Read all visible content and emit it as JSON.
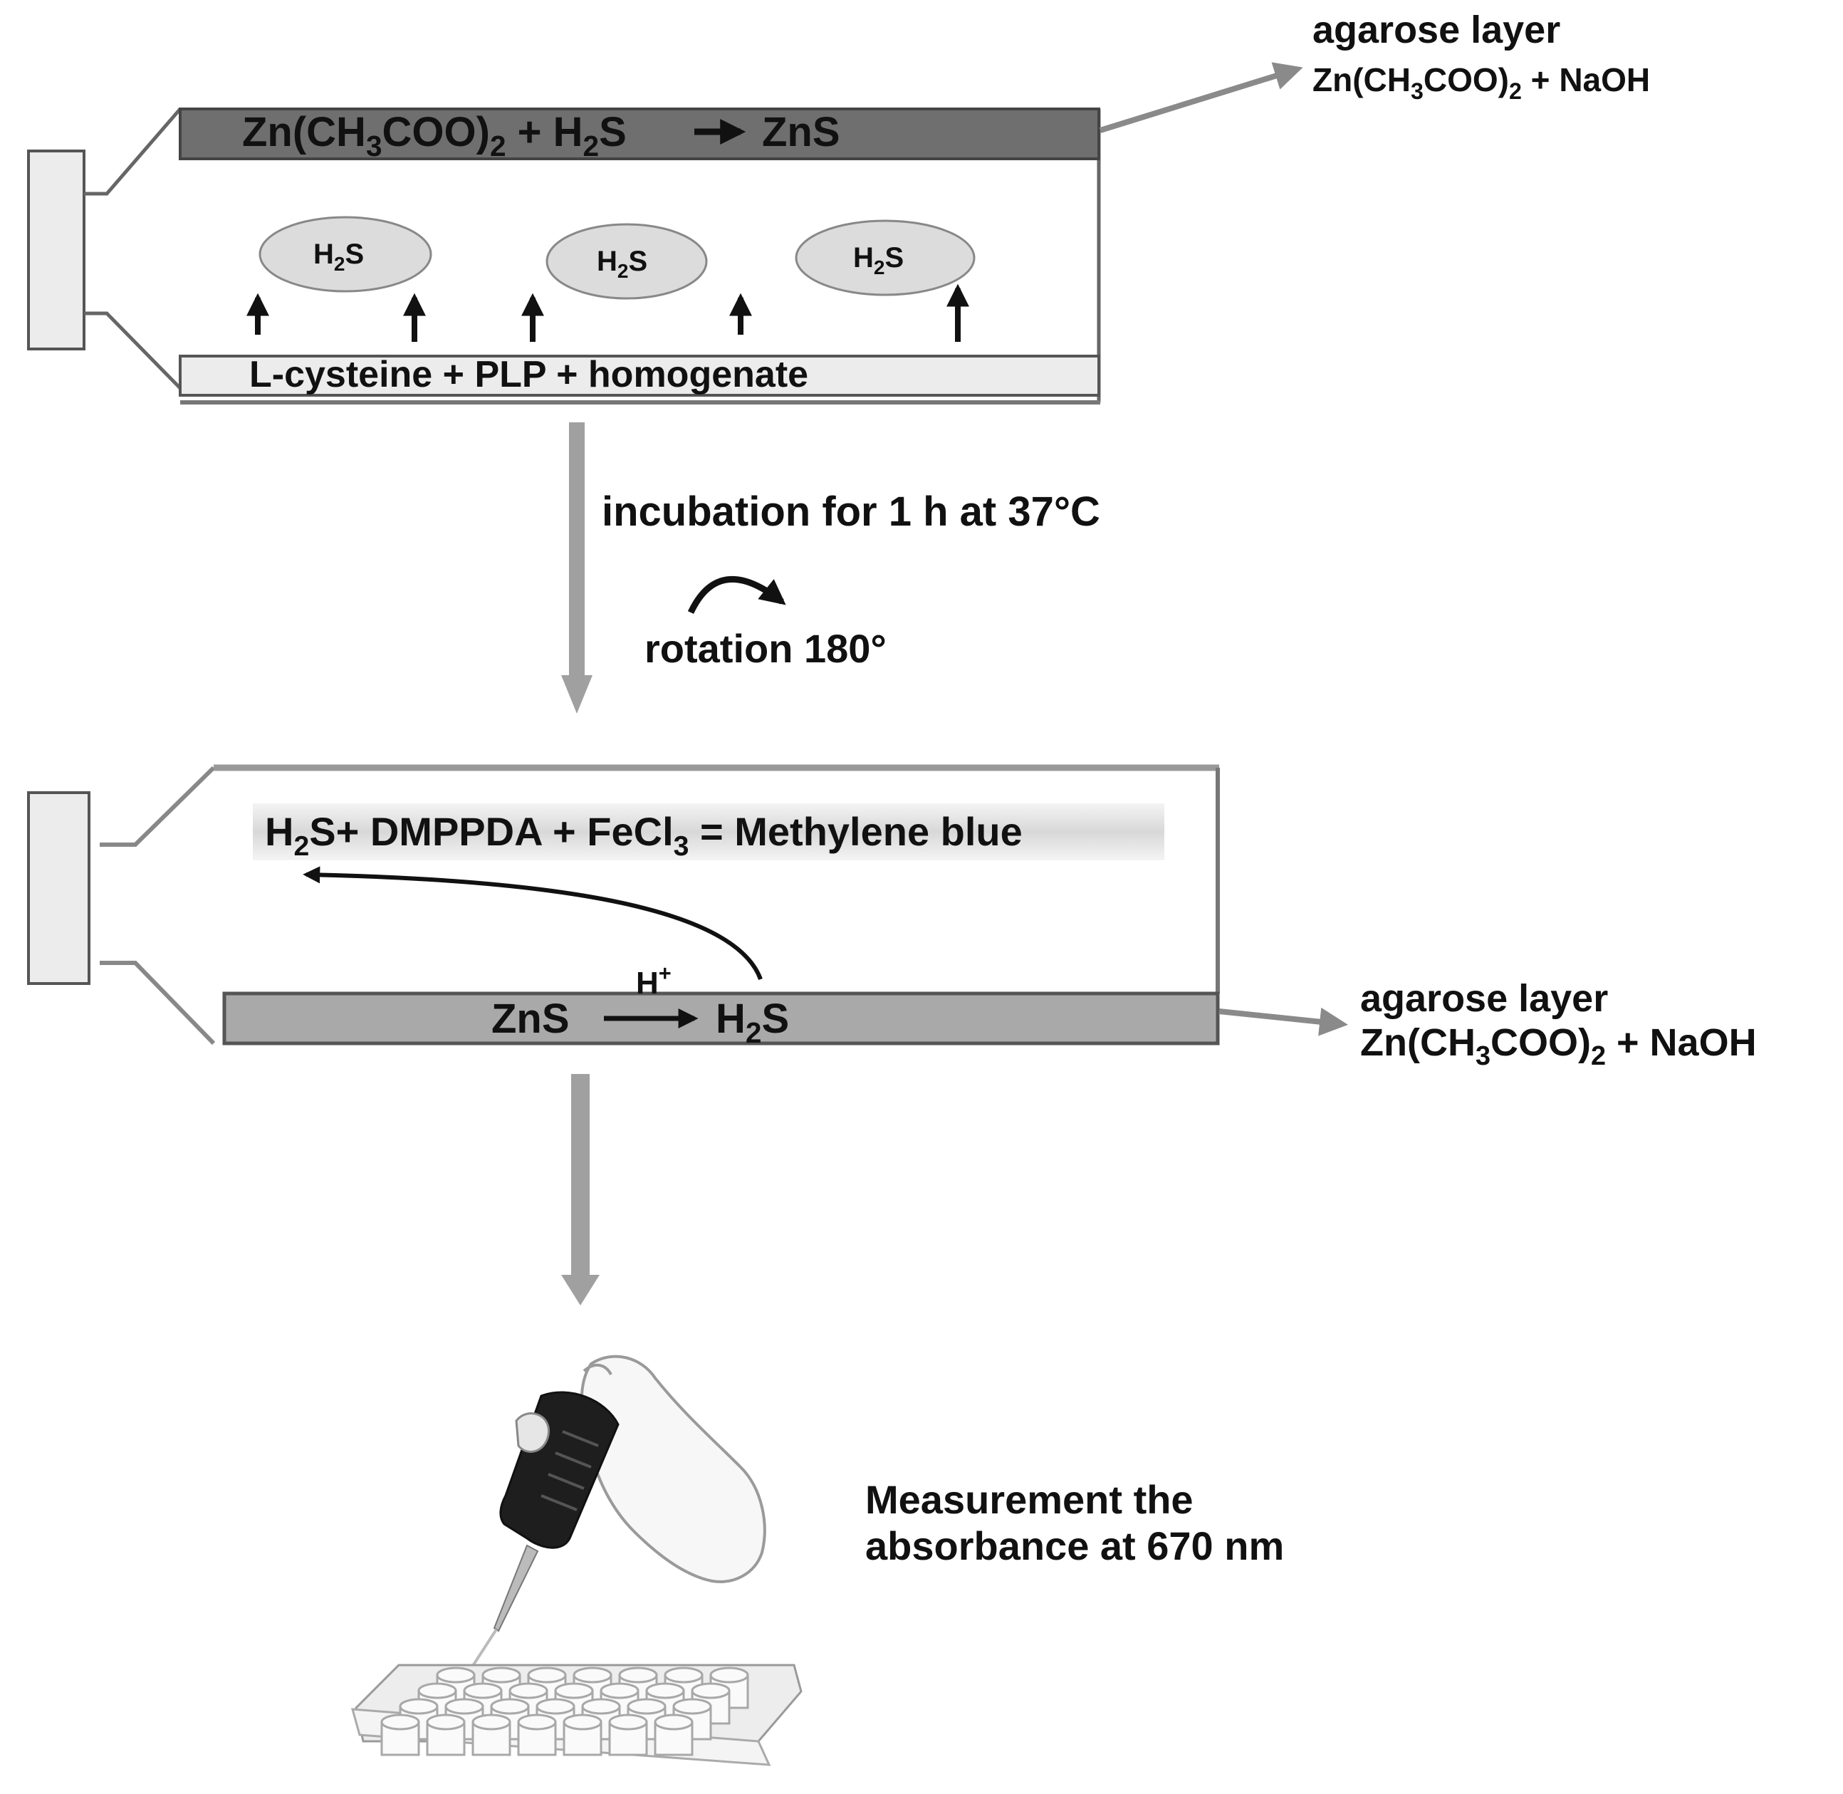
{
  "top_tube": {
    "agarose_reaction": [
      "Zn(CH",
      "3",
      "COO)",
      "2",
      " + H",
      "2",
      "S",
      "ZnS"
    ],
    "gas_bubble": [
      "H",
      "2",
      "S"
    ],
    "bottom_layer": "L-cysteine + PLP + homogenate"
  },
  "top_callout": {
    "title": "agarose layer",
    "formula": [
      "Zn(CH",
      "3",
      "COO)",
      "2",
      " + NaOH"
    ]
  },
  "step1": {
    "incubation": "incubation for 1 h at 37°C",
    "rotation": "rotation 180°"
  },
  "bottom_tube": {
    "methylene_reaction": [
      "H",
      "2",
      "S+ DMPPDA + FeCl",
      "3",
      " = Methylene blue"
    ],
    "acid": [
      "H",
      "+"
    ],
    "agarose_reaction": [
      "ZnS",
      "H",
      "2",
      "S"
    ]
  },
  "bottom_callout": {
    "title": "agarose layer",
    "formula": [
      "Zn(CH",
      "3",
      "COO)",
      "2",
      " + NaOH"
    ]
  },
  "measurement": {
    "line1": "Measurement the",
    "line2": "absorbance at 670 nm"
  },
  "colors": {
    "dark_layer": "#6f6f6f",
    "mid_layer": "#a9a9a9",
    "light_layer": "#ececec",
    "flow_arrow": "#a0a0a0",
    "outline": "#555555"
  }
}
